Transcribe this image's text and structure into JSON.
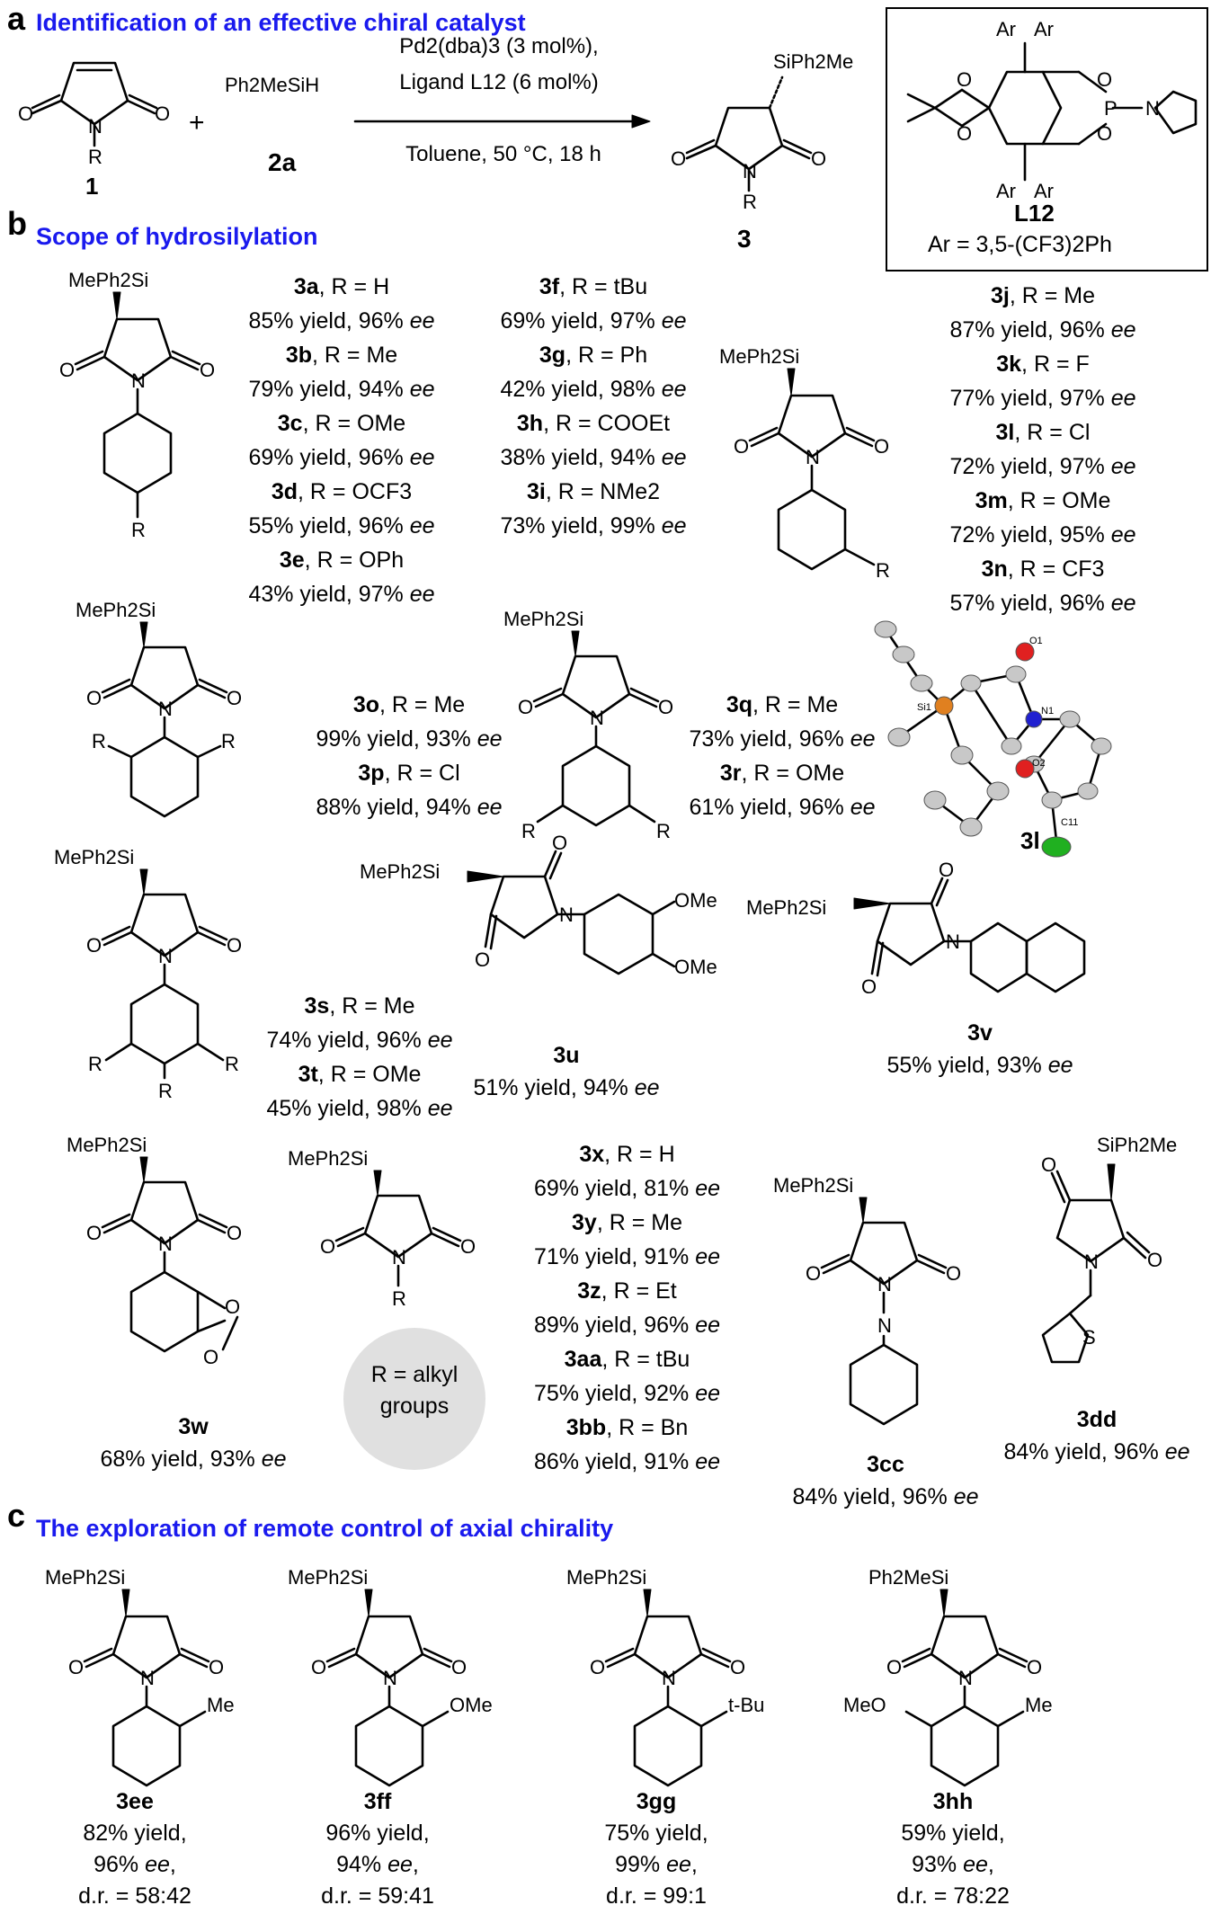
{
  "panel_a": {
    "letter": "a",
    "heading": "Identification of an effective chiral catalyst",
    "sm1_label": "1",
    "reagent_formula": "Ph2MeSiH",
    "reagent_label": "2a",
    "plus": "+",
    "cond1": "Pd2(dba)3 (3 mol%),",
    "cond2": "Ligand L12 (6 mol%)",
    "cond3": "Toluene, 50 °C, 18 h",
    "product_label": "3",
    "product_si": "SiPh2Me",
    "ligand_label": "L12",
    "ligand_ar": "Ar = 3,5-(CF3)2Ph"
  },
  "panel_b": {
    "letter": "b",
    "heading": "Scope of hydrosilylation",
    "groups": [
      [
        {
          "cmp": "3a",
          "r": "R = H",
          "yield": "85% yield, 96%"
        },
        {
          "cmp": "3b",
          "r": "R = Me",
          "yield": "79% yield, 94%"
        },
        {
          "cmp": "3c",
          "r": "R = OMe",
          "yield": "69% yield, 96%"
        },
        {
          "cmp": "3d",
          "r": "R = OCF3",
          "yield": "55% yield, 96%"
        },
        {
          "cmp": "3e",
          "r": "R = OPh",
          "yield": "43% yield, 97%"
        }
      ],
      [
        {
          "cmp": "3f",
          "r": "R = tBu",
          "yield": "69% yield, 97%"
        },
        {
          "cmp": "3g",
          "r": "R = Ph",
          "yield": "42% yield, 98%"
        },
        {
          "cmp": "3h",
          "r": "R = COOEt",
          "yield": "38% yield, 94%"
        },
        {
          "cmp": "3i",
          "r": "R = NMe2",
          "yield": "73% yield, 99%"
        }
      ],
      [
        {
          "cmp": "3j",
          "r": "R = Me",
          "yield": "87% yield, 96%"
        },
        {
          "cmp": "3k",
          "r": "R = F",
          "yield": "77% yield, 97%"
        },
        {
          "cmp": "3l",
          "r": "R = Cl",
          "yield": "72% yield, 97%"
        },
        {
          "cmp": "3m",
          "r": "R = OMe",
          "yield": "72% yield, 95%"
        },
        {
          "cmp": "3n",
          "r": "R = CF3",
          "yield": "57% yield, 96%"
        }
      ],
      [
        {
          "cmp": "3o",
          "r": "R = Me",
          "yield": "99% yield, 93%"
        },
        {
          "cmp": "3p",
          "r": "R = Cl",
          "yield": "88% yield, 94%"
        }
      ],
      [
        {
          "cmp": "3q",
          "r": "R = Me",
          "yield": "73% yield, 96%"
        },
        {
          "cmp": "3r",
          "r": "R = OMe",
          "yield": "61% yield, 96%"
        }
      ],
      [
        {
          "cmp": "3s",
          "r": "R = Me",
          "yield": "74% yield, 96%"
        },
        {
          "cmp": "3t",
          "r": "R = OMe",
          "yield": "45% yield, 98%"
        }
      ],
      [
        {
          "cmp": "3x",
          "r": "R = H",
          "yield": "69% yield, 81%"
        },
        {
          "cmp": "3y",
          "r": "R = Me",
          "yield": "71% yield, 91%"
        },
        {
          "cmp": "3z",
          "r": "R = Et",
          "yield": "89% yield, 96%"
        },
        {
          "cmp": "3aa",
          "r": "R = tBu",
          "yield": "75% yield, 92%"
        },
        {
          "cmp": "3bb",
          "r": "R = Bn",
          "yield": "86% yield, 91%"
        }
      ]
    ],
    "singles": {
      "3u": {
        "cmp": "3u",
        "yield": "51% yield, 94%"
      },
      "3v": {
        "cmp": "3v",
        "yield": "55% yield, 93%"
      },
      "3w": {
        "cmp": "3w",
        "yield": "68% yield, 93%"
      },
      "3cc": {
        "cmp": "3cc",
        "yield": "84% yield, 96%"
      },
      "3dd": {
        "cmp": "3dd",
        "yield": "84% yield, 96%"
      }
    },
    "ee": "ee",
    "xray_label": "3l",
    "alkyl_bubble": [
      "R = alkyl",
      "groups"
    ],
    "atom_labels": {
      "o1": "O1",
      "n1": "N1",
      "si1": "Si1",
      "o2": "O2",
      "c11": "C11"
    }
  },
  "panel_c": {
    "letter": "c",
    "heading": "The exploration of remote control of axial chirality",
    "items": [
      {
        "cmp": "3ee",
        "l1": "82% yield,",
        "l2": "96%",
        "l3": "d.r. = 58:42",
        "sub": "Me",
        "si": "MePh2Si"
      },
      {
        "cmp": "3ff",
        "l1": "96% yield,",
        "l2": "94%",
        "l3": "d.r. = 59:41",
        "sub": "OMe",
        "si": "MePh2Si"
      },
      {
        "cmp": "3gg",
        "l1": "75% yield,",
        "l2": "99%",
        "l3": "d.r. = 99:1",
        "sub": "t-Bu",
        "si": "MePh2Si"
      },
      {
        "cmp": "3hh",
        "l1": "59% yield,",
        "l2": "93%",
        "l3": "d.r. = 78:22",
        "sub": "Me",
        "si": "Ph2MeSi"
      }
    ]
  },
  "atoms": {
    "o": "O",
    "n": "N",
    "r": "R",
    "s": "S",
    "p": "P",
    "ar": "Ar",
    "si": "MePh2Si",
    "me": "Me",
    "ome": "OMe"
  },
  "colors": {
    "heading": "#1a1aee",
    "bubble": "#e0e0e0",
    "bond": "#f0b429",
    "oxygen": "#e02020",
    "nitrogen": "#2020d0",
    "silicon": "#e08020",
    "chlorine": "#20b020"
  }
}
